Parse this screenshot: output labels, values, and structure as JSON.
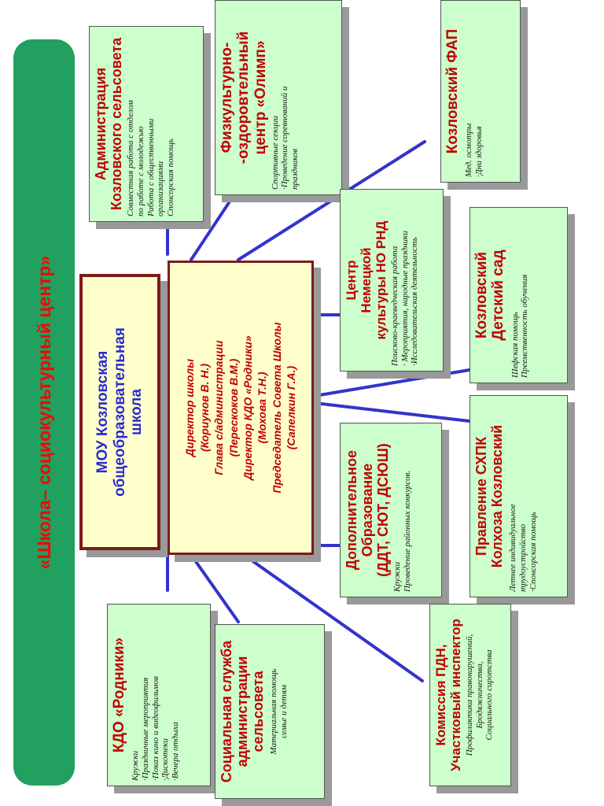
{
  "banner": {
    "title": "«Школа– социокультурный центр»"
  },
  "school": {
    "lines": [
      "МОУ Козловская",
      "общеобразовательная",
      "школа"
    ]
  },
  "director": {
    "lines": [
      "Директор  школы",
      "(Кориунов  В. Н.)",
      "Глава с/администрации",
      "(Перескоков В.М.)",
      "Директор КДО «Родники»",
      "(Мохова Т.Н.)",
      "Председатель Совета  Школы",
      "(Сапелкин Г.А.)"
    ]
  },
  "admin": {
    "title": [
      "Администрация",
      "Козловского сельсовета"
    ],
    "items": [
      "Совместная работа с отделом",
      "по работе с молодежью",
      "Работа с общественными",
      "организациями",
      "Спонсорская помощь"
    ]
  },
  "olimp": {
    "title": [
      "Физкультурно-",
      "-оздоровтельный",
      "центр «Олимп»"
    ],
    "items": [
      "Спортивные секции",
      "·Проведение соревнований и",
      "праздников"
    ]
  },
  "fap": {
    "title": [
      "Козловский ФАП"
    ],
    "items": [
      "Мед. осмотры",
      "·Дни здоровья"
    ]
  },
  "german": {
    "title": [
      "Центр",
      "Немецкой",
      "культуры НО РНД"
    ],
    "items": [
      "Поисково-краеведческая работа",
      "· Мероприятия, народные праздники",
      "·Исследовательская  деятельность"
    ]
  },
  "kindergarten": {
    "title": [
      "Козловский",
      "Детский сад"
    ],
    "items": [
      "Шефская помощь",
      "Преемственность  обучения"
    ]
  },
  "extra_ed": {
    "title": [
      "Дополнительное",
      "Образование",
      "(ДДТ, СЮТ, ДСЮШ)"
    ],
    "items": [
      "Кружки",
      "Проведение районных  конкурсов."
    ]
  },
  "kolkhoz": {
    "title": [
      "Правление СХПК",
      "Колхоза Козловский"
    ],
    "items": [
      "Летнее индивидуальное",
      "трудоустройство",
      "·Спонсорская помощь"
    ]
  },
  "kdo": {
    "title": [
      "КДО «Родники»"
    ],
    "items": [
      "Кружки",
      "·Праздничные мероприятия",
      "·Показ кино и видеофильмов",
      "·Дискотеки",
      "·Вечера отдыха"
    ]
  },
  "social": {
    "title": [
      "Социальная служба",
      "администрации",
      "сельсовета"
    ],
    "items": [
      "Материальная помощь",
      "семье и детям"
    ]
  },
  "pdn": {
    "title": [
      "Комиссия ПДН,",
      "Участковый инспектор"
    ],
    "items": [
      "Профилактика правонарушений,",
      "Бродяжничества,",
      "Социального сиротства"
    ]
  },
  "colors": {
    "banner_bg": "#21a05f",
    "banner_text": "#ff0000",
    "box_bg": "#ccffcc",
    "center_bg": "#ffffcc",
    "center_border": "#7b1c1c",
    "title_text": "#c00000",
    "school_text": "#2a2ad0",
    "connector": "#3333cc"
  }
}
